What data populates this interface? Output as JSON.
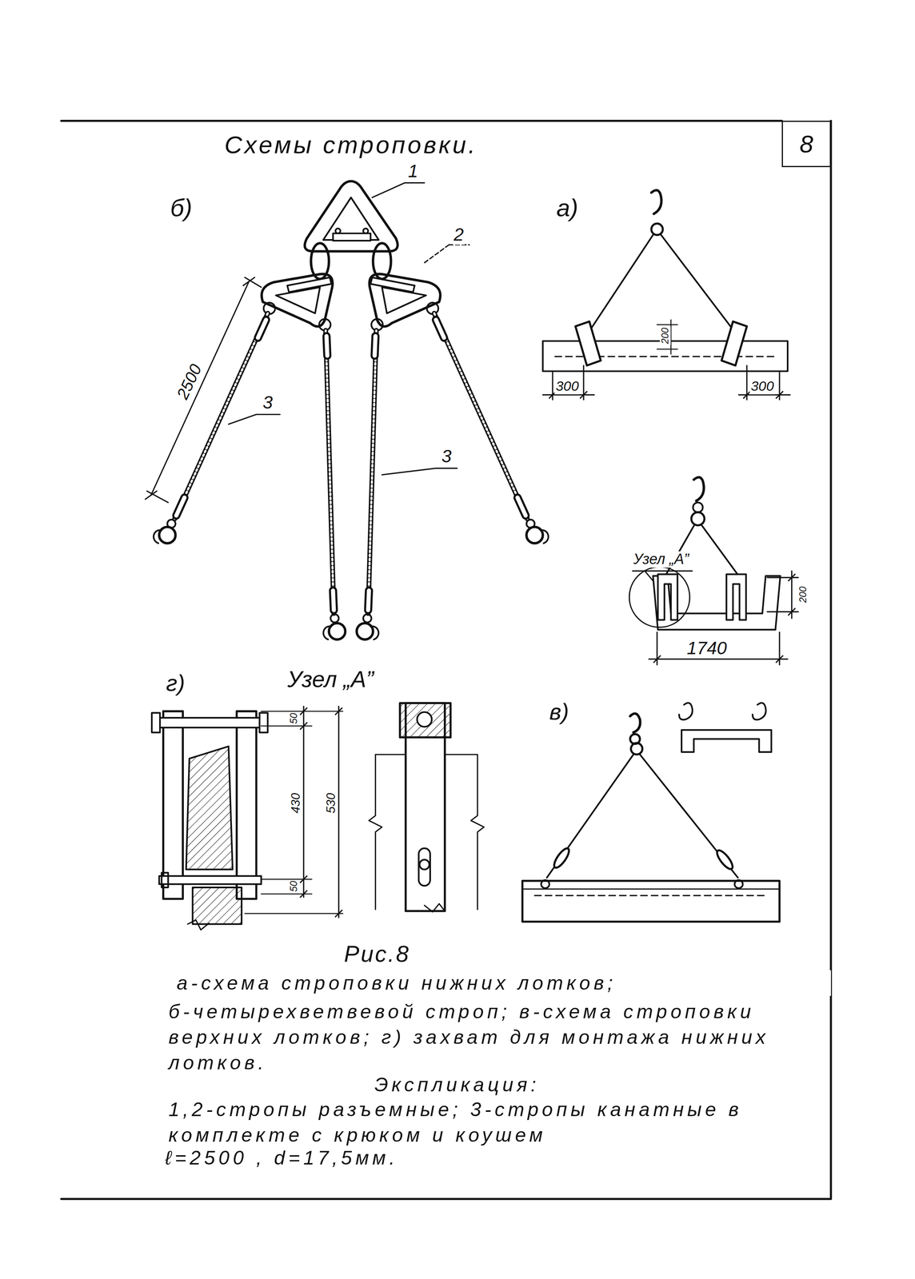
{
  "diagram": {
    "title": "Схемы строповки.",
    "caption": "Рис.8",
    "nodes": [
      {
        "text": [
          "8"
        ]
      }
    ],
    "labels": [
      "б)",
      "а)",
      "1",
      "2",
      "2500",
      "3",
      "3",
      "200",
      "300",
      "300",
      "Узел „А”",
      "200",
      "1740",
      "г)",
      "Узел „А”",
      "в)",
      "50",
      "430",
      "530",
      "50",
      "а-схема строповки нижних лотков;",
      "б-четырехветвевой строп; в-схема строповки верхних лотков; г) захват для монтажа нижних лотков.",
      "Экспликация:",
      "1,2-стропы разъемные; 3-стропы канатные в комплекте с крюком и коушем",
      "ℓ=2500 , d=17,5мм."
    ]
  }
}
